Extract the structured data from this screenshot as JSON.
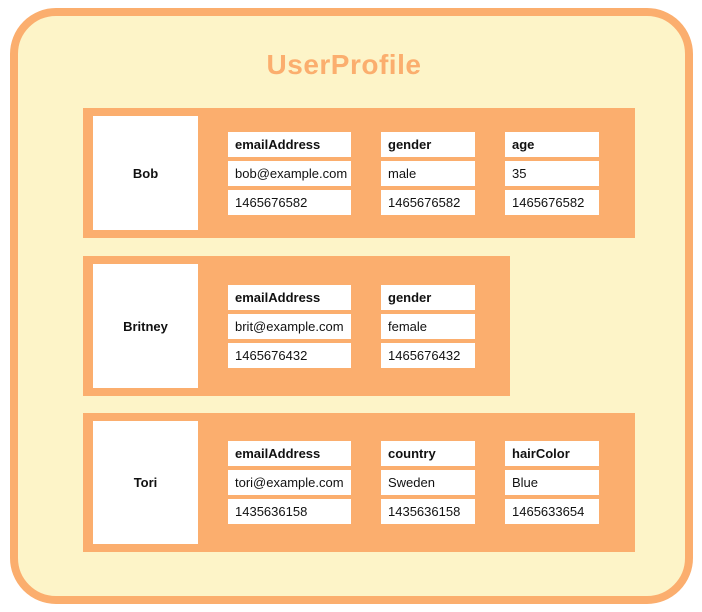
{
  "title": "UserProfile",
  "colors": {
    "accent_orange": "#FBAE6E",
    "background_cream": "#FDF4C8",
    "cell_white": "#FFFFFF",
    "text": "#111111"
  },
  "rows": [
    {
      "key": "Bob",
      "columns": [
        {
          "name": "emailAddress",
          "value": "bob@example.com",
          "timestamp": "1465676582"
        },
        {
          "name": "gender",
          "value": "male",
          "timestamp": "1465676582"
        },
        {
          "name": "age",
          "value": "35",
          "timestamp": "1465676582"
        }
      ]
    },
    {
      "key": "Britney",
      "columns": [
        {
          "name": "emailAddress",
          "value": "brit@example.com",
          "timestamp": "1465676432"
        },
        {
          "name": "gender",
          "value": "female",
          "timestamp": "1465676432"
        }
      ]
    },
    {
      "key": "Tori",
      "columns": [
        {
          "name": "emailAddress",
          "value": "tori@example.com",
          "timestamp": "1435636158"
        },
        {
          "name": "country",
          "value": "Sweden",
          "timestamp": "1435636158"
        },
        {
          "name": "hairColor",
          "value": "Blue",
          "timestamp": "1465633654"
        }
      ]
    }
  ]
}
